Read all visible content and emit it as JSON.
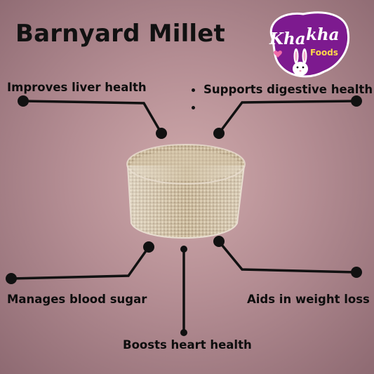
{
  "title": "Barnyard Millet",
  "logo": {
    "word1": "Kha",
    "word2": "kha",
    "sub": "Foods"
  },
  "benefits": {
    "liver": "Improves liver health",
    "digestive": "Supports digestive health",
    "sugar": "Manages blood sugar",
    "weight": "Aids in weight loss",
    "heart": "Boosts heart health"
  },
  "colors": {
    "logo_purple": "#7d1a8f",
    "line": "#111111",
    "accent_yellow": "#ffd84a"
  }
}
